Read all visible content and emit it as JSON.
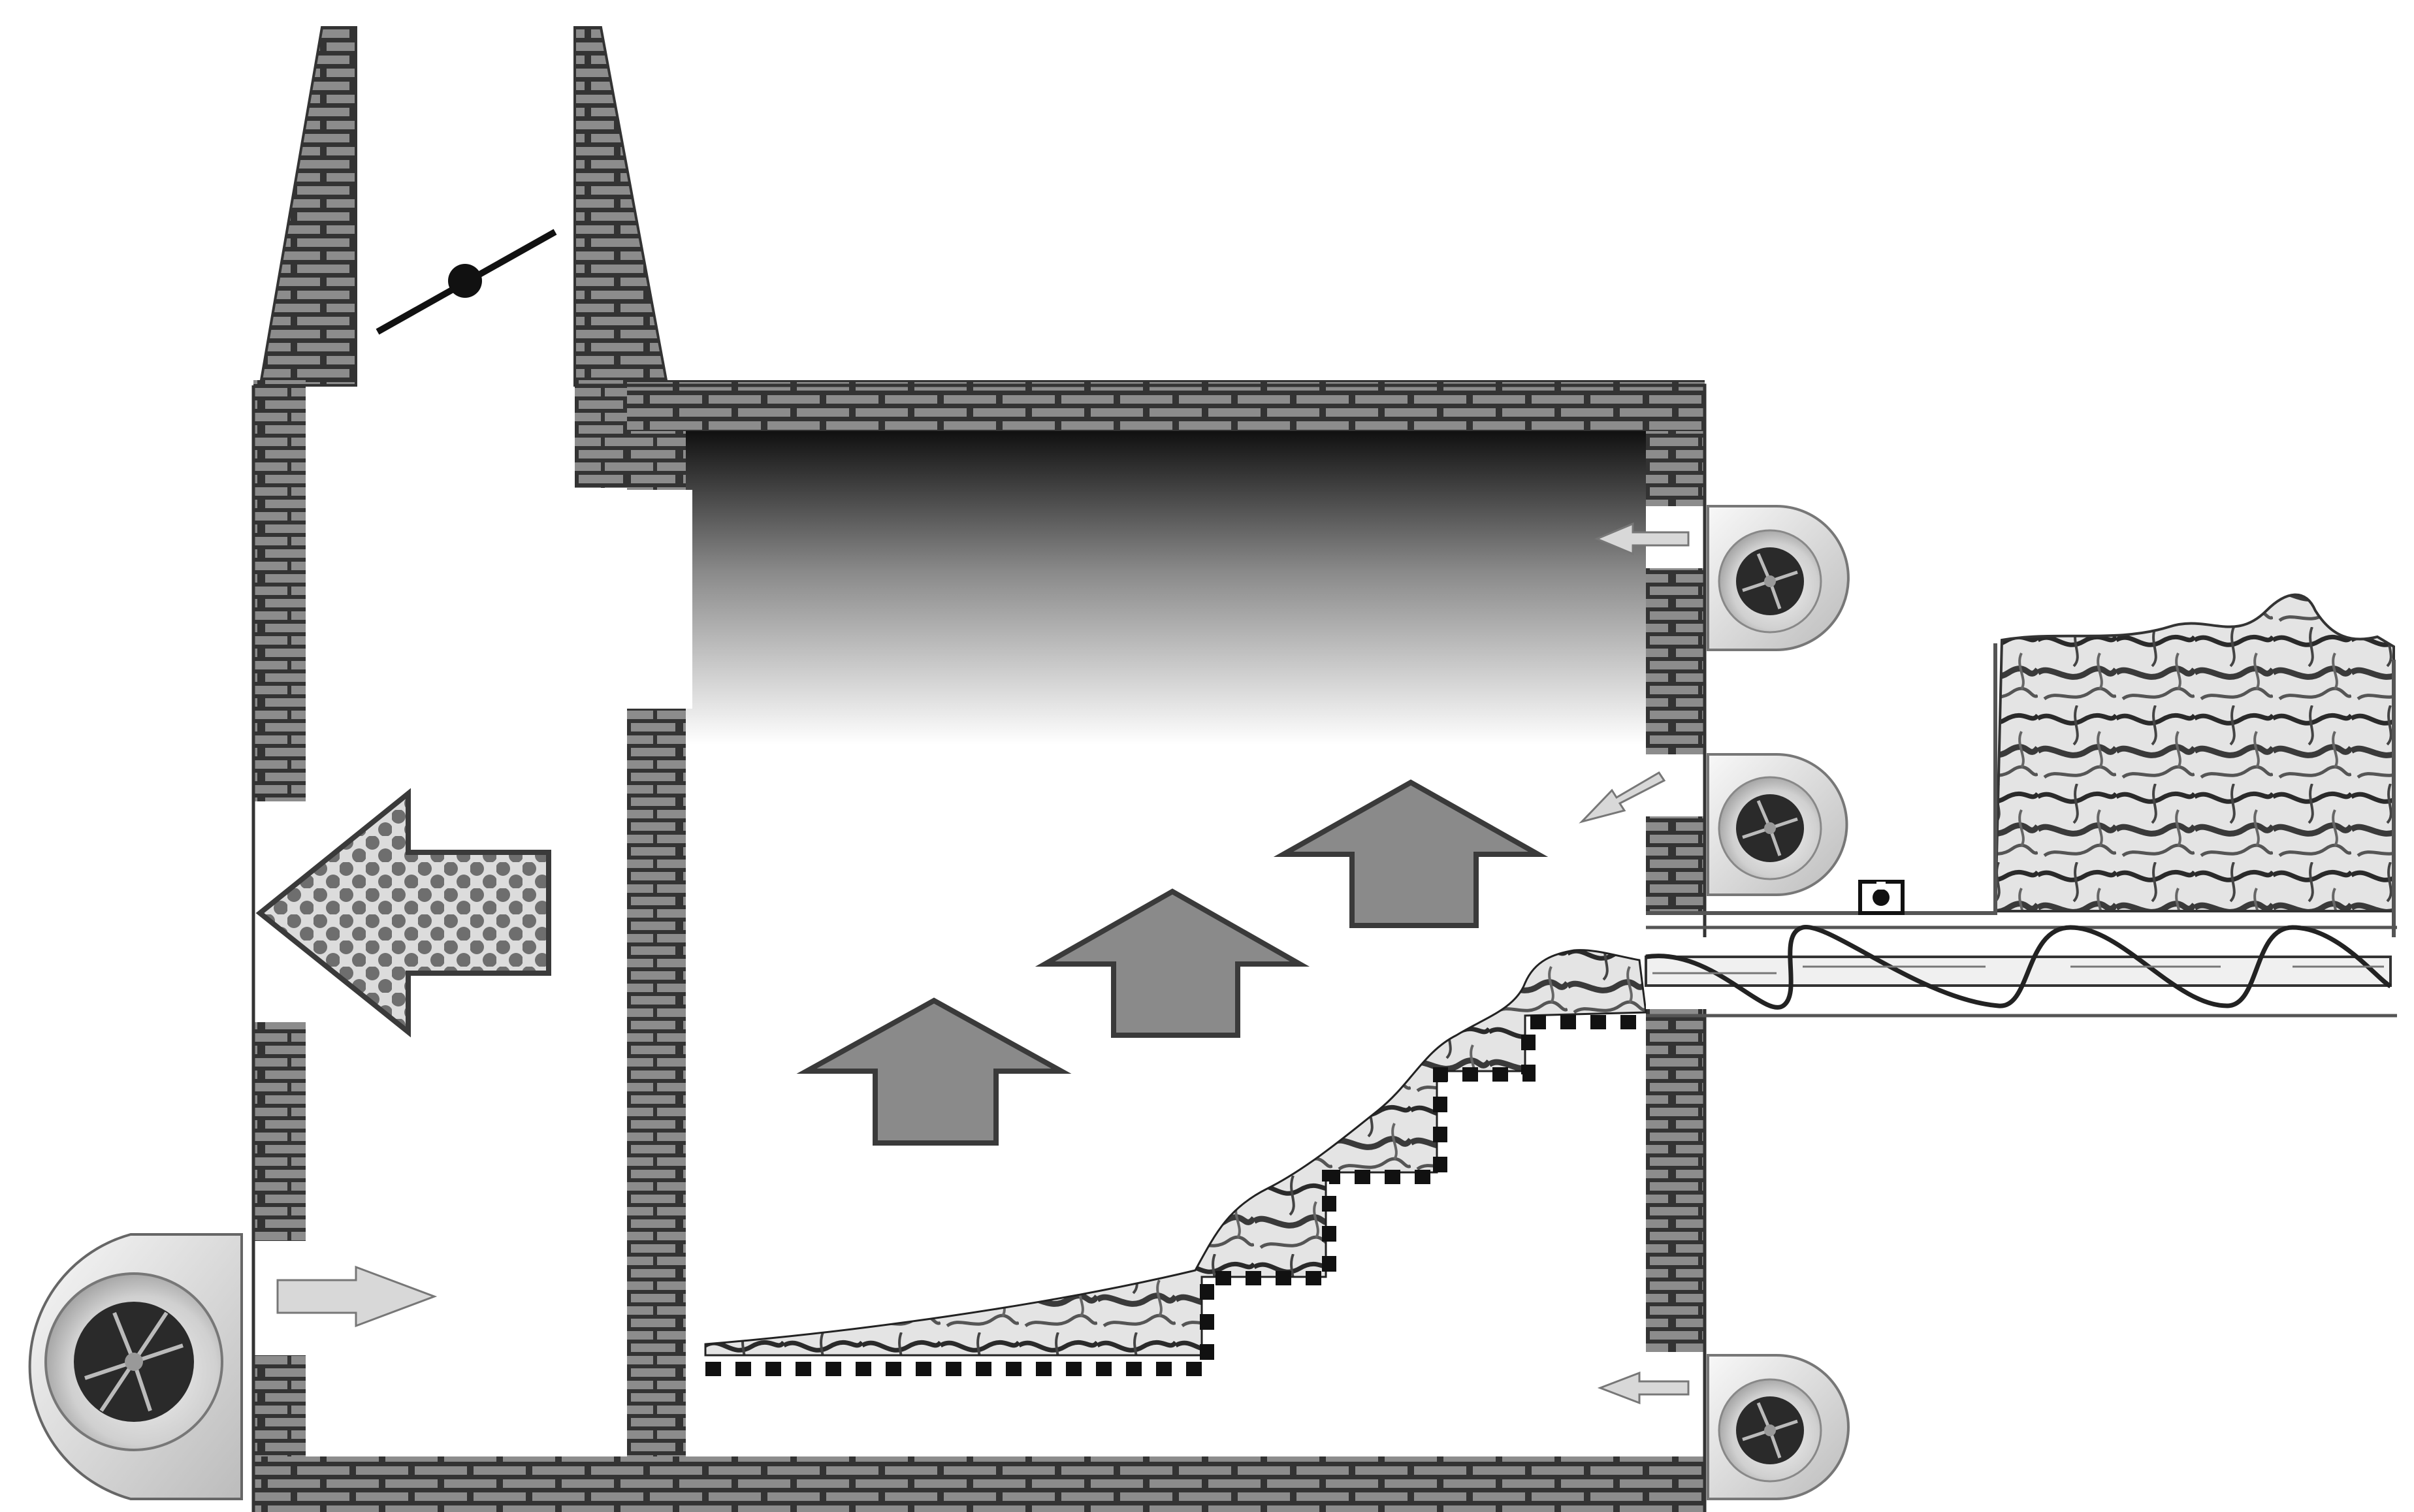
{
  "diagram": {
    "kind": "furnace-cross-section",
    "colors": {
      "brick": "#8c8c8c",
      "mortar": "#333333",
      "arrow_fill": "#8a8a8a",
      "arrow_stroke": "#3a3a3a",
      "small_arrow": "#d8d8d8",
      "background": "#ffffff"
    },
    "icons": {
      "chimney_damper": "damper-icon",
      "fan": "centrifugal-fan-icon",
      "screw_conveyor": "auger-icon",
      "hopper": "fuel-hopper-icon",
      "sensor": "level-sensor-icon"
    },
    "components": {
      "chimney": "chimney",
      "combustion_chamber": "combustion-chamber",
      "flue_gas_exit": "flue-gas-exit",
      "heat_zone": "hot-gas-zone",
      "fuel_bed": "stepped-grate-fuel-bed",
      "air_fans": [
        "primary-air-fan",
        "secondary-air-fan-upper",
        "secondary-air-fan-middle",
        "secondary-air-fan-lower"
      ],
      "feeder": "screw-feeder",
      "fuel_store": "fuel-hopper"
    },
    "flow_arrows": {
      "updraft_count": 3,
      "exhaust_count": 1,
      "air_inlet_count": 4
    }
  }
}
